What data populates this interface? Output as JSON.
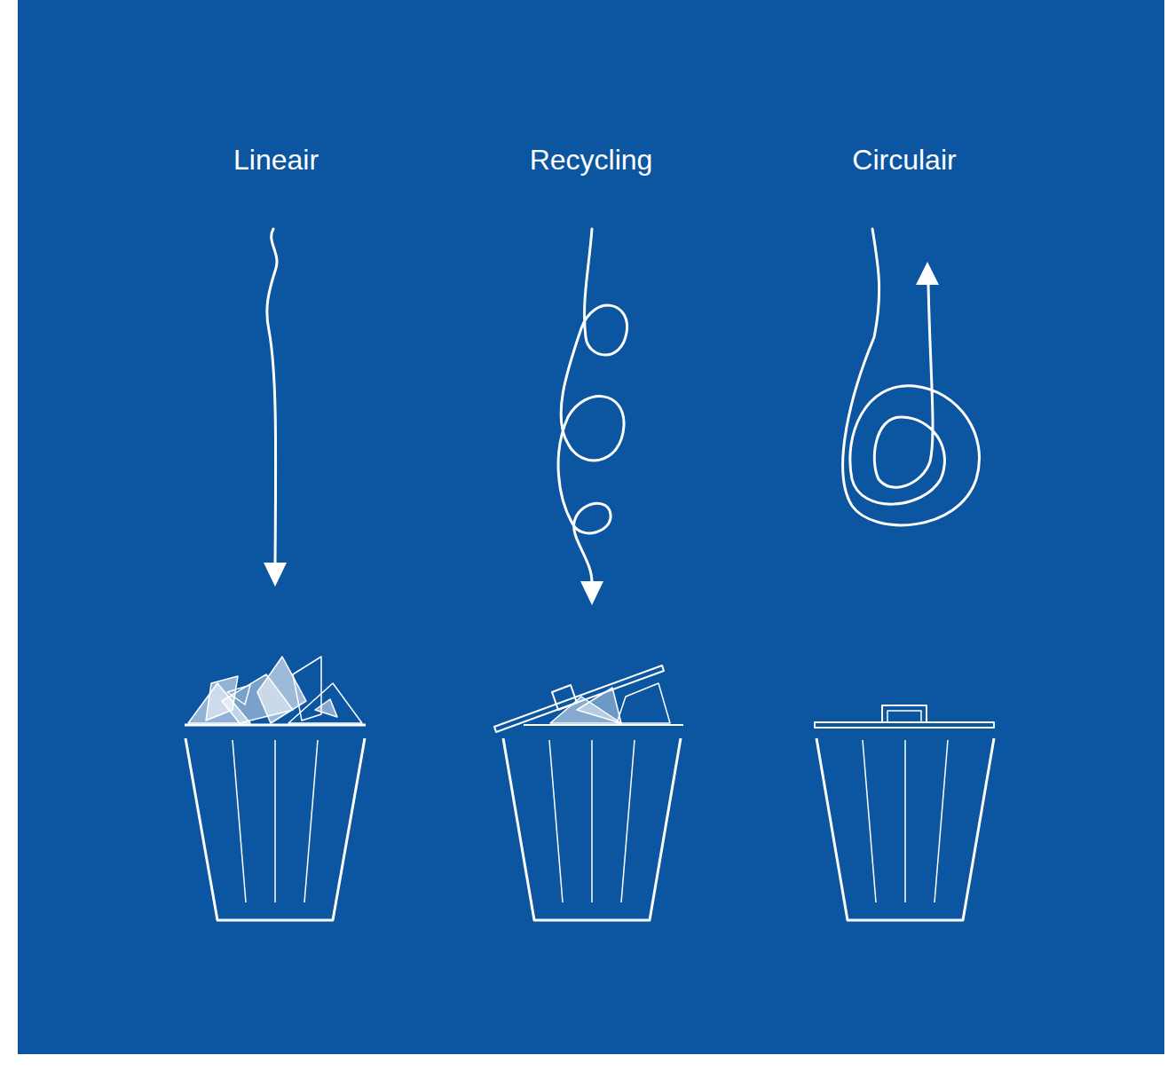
{
  "diagram": {
    "labels": [
      "Lineair",
      "Recycling",
      "Circulair"
    ]
  }
}
